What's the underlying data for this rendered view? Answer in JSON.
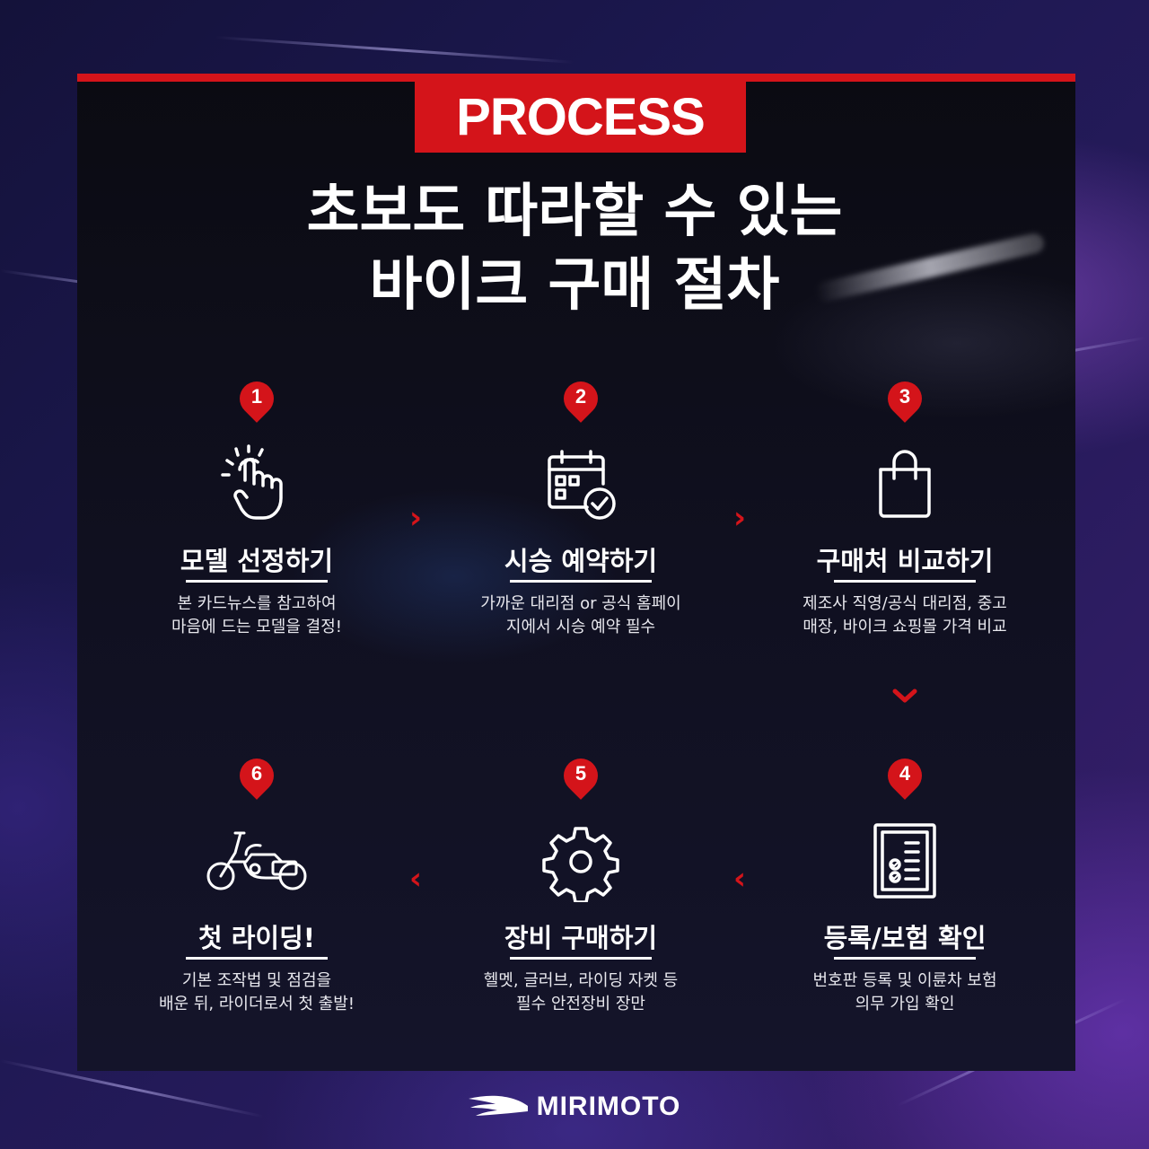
{
  "header": {
    "tag": "PROCESS",
    "title_line1": "초보도 따라할 수 있는",
    "title_line2": "바이크 구매 절차"
  },
  "steps": [
    {
      "num": "1",
      "icon": "tap-hand-icon",
      "title": "모델 선정하기",
      "desc_line1": "본 카드뉴스를 참고하여",
      "desc_line2": "마음에 드는 모델을 결정!"
    },
    {
      "num": "2",
      "icon": "calendar-check-icon",
      "title": "시승 예약하기",
      "desc_line1": "가까운 대리점 or 공식 홈페이",
      "desc_line2": "지에서 시승 예약 필수"
    },
    {
      "num": "3",
      "icon": "shopping-bag-icon",
      "title": "구매처 비교하기",
      "desc_line1": "제조사 직영/공식 대리점, 중고",
      "desc_line2": "매장, 바이크 쇼핑몰 가격 비교"
    },
    {
      "num": "4",
      "icon": "checklist-clipboard-icon",
      "title": "등록/보험 확인",
      "desc_line1": "번호판 등록 및 이륜차 보험",
      "desc_line2": "의무 가입 확인"
    },
    {
      "num": "5",
      "icon": "gear-icon",
      "title": "장비 구매하기",
      "desc_line1": "헬멧, 글러브, 라이딩 자켓 등",
      "desc_line2": "필수 안전장비 장만"
    },
    {
      "num": "6",
      "icon": "motorcycle-icon",
      "title": "첫 라이딩!",
      "desc_line1": "기본 조작법 및 점검을",
      "desc_line2": "배운 뒤, 라이더로서 첫 출발!"
    }
  ],
  "arrows": {
    "right": "›",
    "left": "‹",
    "down": "⌄"
  },
  "brand": {
    "name": "MIRIMOTO",
    "logo_icon": "wing-logo-icon"
  },
  "colors": {
    "accent": "#d4141a",
    "panel": "#0e0e1a",
    "text": "#ffffff"
  }
}
